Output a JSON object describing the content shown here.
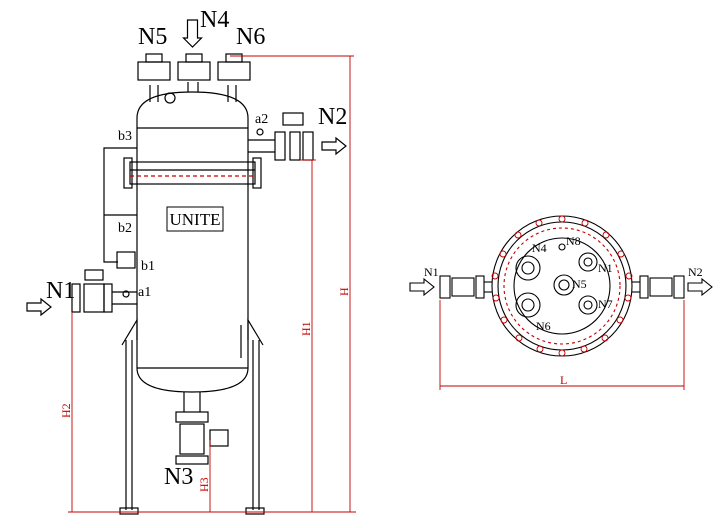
{
  "nameplate": "UNITE",
  "nozzles": {
    "N1": "N1",
    "N2": "N2",
    "N3": "N3",
    "N4": "N4",
    "N5": "N5",
    "N6": "N6",
    "N7": "N7",
    "N8": "N8"
  },
  "instruments": {
    "a1": "a1",
    "a2": "a2",
    "b1": "b1",
    "b2": "b2",
    "b3": "b3"
  },
  "dimensions": {
    "H": "H",
    "H1": "H1",
    "H2": "H2",
    "H3": "H3",
    "L": "L"
  },
  "colors": {
    "line": "#000000",
    "dimension": "#c00000"
  }
}
